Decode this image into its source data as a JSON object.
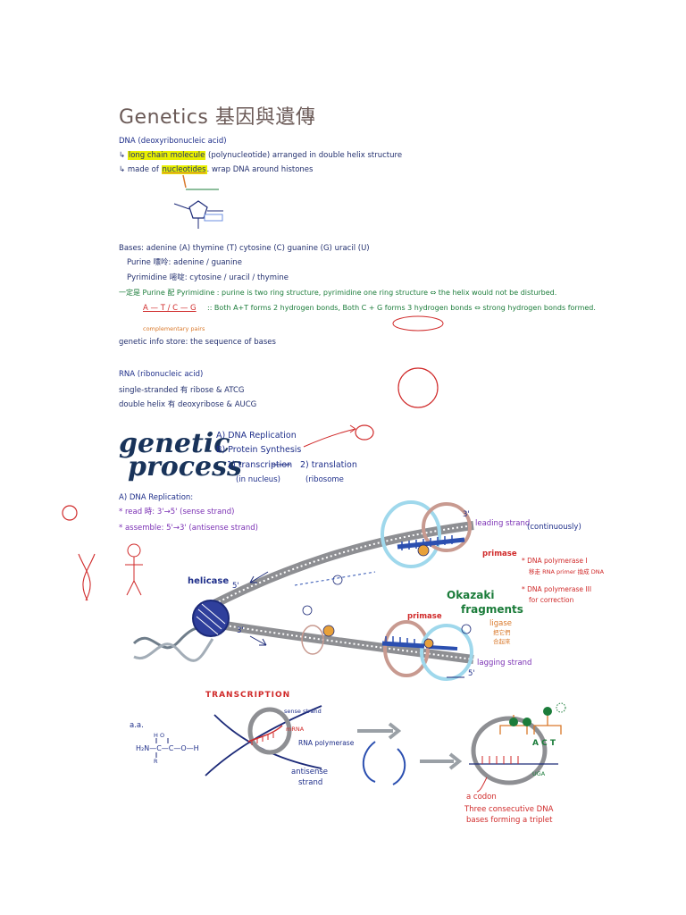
{
  "title": "Genetics 基因與遺傳",
  "dna_section": {
    "heading": "DNA (deoxyribonucleic acid)",
    "line1_highlight": "long chain molecule",
    "line1_rest": "(polynucleotide) arranged in double helix structure",
    "line2_lead": "made of",
    "line2_underlined": "nucleotides",
    "line2_rest": ". wrap DNA around histones"
  },
  "bases_section": {
    "bases_line": "Bases: adenine (A) thymine (T) cytosine (C) guanine (G) uracil (U)",
    "purine_line": "Purine 嘌呤: adenine / guanine",
    "pyrimidine_line": "Pyrimidine 嘧啶: cytosine / uracil / thymine",
    "rule_line": "一定是 Purine 配 Pyrimidine : purine is two ring structure, pyrimidine one ring structure ⇔ the helix would not be disturbed.",
    "pair_label": "A — T / C — G",
    "bonds_line": ":: Both A+T forms 2 hydrogen bonds, Both C + G forms 3 hydrogen bonds ⇔ strong hydrogen bonds formed.",
    "complementary_label": "complementary pairs",
    "genetic_info_line": "genetic info store: the sequence of bases"
  },
  "rna_section": {
    "heading": "RNA (ribonucleic acid)",
    "line1": "single-stranded 有 ribose & ATCG",
    "line2": "double helix 有 deoxyribose & AUCG"
  },
  "genetic_process": {
    "logo_line1": "genetic",
    "logo_line2": "process",
    "item_a": "A) DNA Replication",
    "item_b": "B) Protein Synthesis",
    "item_b1": "1) transcription",
    "item_b2": "2) translation",
    "b1_note": "(in nucleus)",
    "b2_note": "(ribosome"
  },
  "replication": {
    "heading": "A) DNA Replication:",
    "read_line": "* read 時: 3'→5' (sense strand)",
    "assemble_line": "* assemble: 5'→3' (antisense strand)",
    "helicase": "helicase",
    "five_prime": "5'",
    "three_prime": "3'",
    "leading_strand": "leading strand",
    "lagging_strand": "lagging strand",
    "continuously": "(continuously)",
    "primase_top": "primase",
    "primase_bottom": "primase",
    "okazaki_1": "Okazaki",
    "okazaki_2": "fragments",
    "ligase": "ligase",
    "ligase_cn1": "把它們",
    "ligase_cn2": "合起來",
    "dna_pol_1": "* DNA polymerase I",
    "dna_pol_1_note": "移走 RNA primer 換成 DNA",
    "dna_pol_3": "* DNA polymerase III",
    "dna_pol_3_note": "for correction"
  },
  "transcription": {
    "heading": "TRANSCRIPTION",
    "sense_strand": "sense strand",
    "mrna": "mRNA",
    "rna_polymerase": "RNA polymerase",
    "antisense_strand_1": "antisense",
    "antisense_strand_2": "strand",
    "aa_label": "a.a.",
    "aa_formula_top": "H   O",
    "aa_formula_mid": "H₂N—C—C—O—H",
    "aa_formula_bot": "R",
    "codon_label": "a codon",
    "codon_desc_1": "Three consecutive DNA",
    "codon_desc_2": "bases forming a triplet",
    "act": "A C T",
    "uga": "UGA"
  },
  "colors": {
    "navy": "#1c2a78",
    "green": "#1b7c3a",
    "red": "#d02a2a",
    "purple": "#7a2fb4",
    "highlight": "#e8ef00",
    "fork_blue": "#2b4fb0",
    "fork_rose": "#c89a90",
    "fork_cyan": "#9fd8ec"
  }
}
